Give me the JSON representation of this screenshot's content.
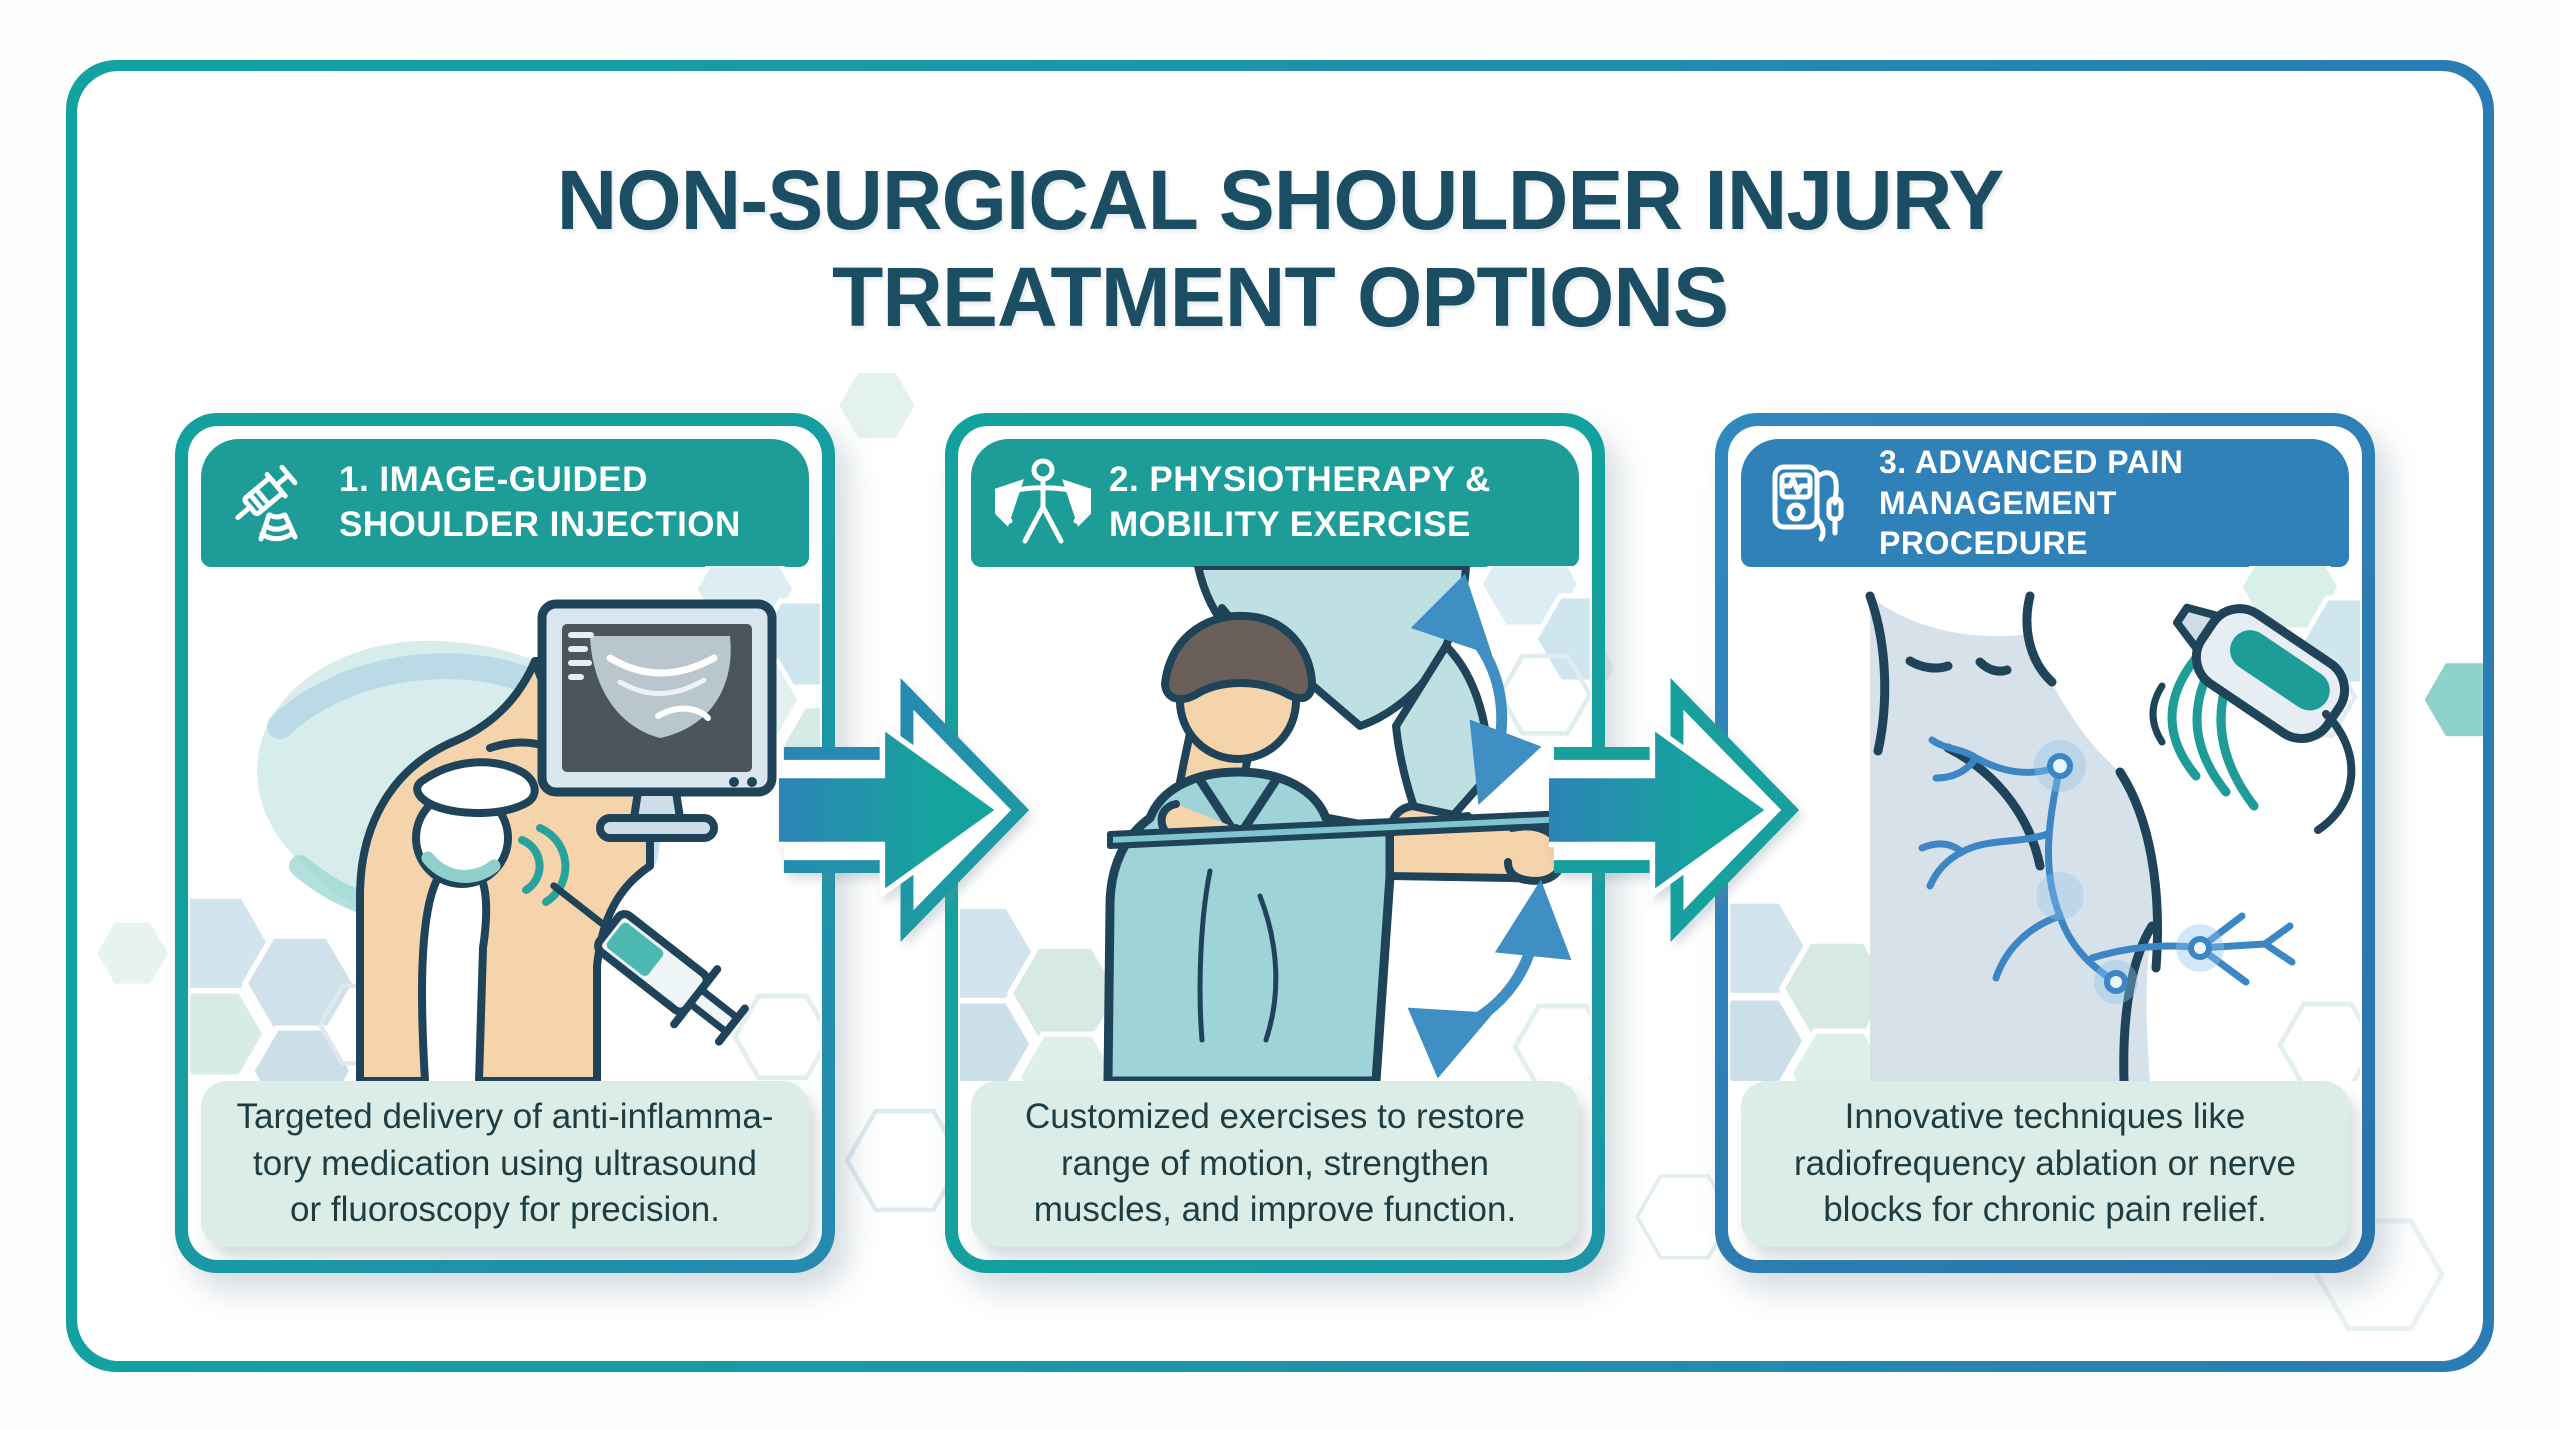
{
  "title": {
    "line1": "NON-SURGICAL SHOULDER INJURY",
    "line2": "TREATMENT OPTIONS"
  },
  "cards": [
    {
      "id": 1,
      "heading_line1": "1. IMAGE-GUIDED",
      "heading_line2": "SHOULDER INJECTION",
      "icon": "syringe-ultrasound-icon",
      "illustration": "ultrasound-guided-shoulder-injection",
      "header_color": "#1e9c98",
      "description_lines": [
        "Targeted delivery of anti-inflamma-",
        "tory medication using ultrasound",
        "or fluoroscopy for precision."
      ]
    },
    {
      "id": 2,
      "heading_line1": "2. PHYSIOTHERAPY &",
      "heading_line2": "MOBILITY EXERCISE",
      "icon": "exercise-person-icon",
      "illustration": "therapist-assisted-band-stretch",
      "header_color": "#1e9c98",
      "description_lines": [
        "Customized exercises to restore",
        "range of motion, strengthen",
        "muscles, and improve function."
      ]
    },
    {
      "id": 3,
      "heading_line1": "3. ADVANCED PAIN",
      "heading_line2": "MANAGEMENT PROCEDURE",
      "icon": "pain-monitor-probe-icon",
      "illustration": "radiofrequency-ablation-nerves",
      "header_color": "#2f81b7",
      "description_lines": [
        "Innovative techniques like",
        "radiofrequency ablation or nerve",
        "blocks for chronic pain relief."
      ]
    }
  ],
  "arrows": [
    {
      "id": 1,
      "direction": "right"
    },
    {
      "id": 2,
      "direction": "right"
    }
  ],
  "colors": {
    "frame_gradient_start": "#12a3a1",
    "frame_gradient_end": "#2b7cb5",
    "title_text": "#1b4e62",
    "header_teal": "#1e9c98",
    "header_blue": "#2f81b7",
    "description_bg": "#dcece7",
    "description_text": "#1e3d42",
    "arrow_teal": "#16a39e",
    "arrow_blue": "#2e82b8",
    "hexagon_blue": "#cfe2ec",
    "hexagon_mint": "#d8ece6",
    "skin_tone": "#f6d4ab",
    "outline_navy": "#1f4459",
    "scrub_teal": "#9ed3d8"
  }
}
